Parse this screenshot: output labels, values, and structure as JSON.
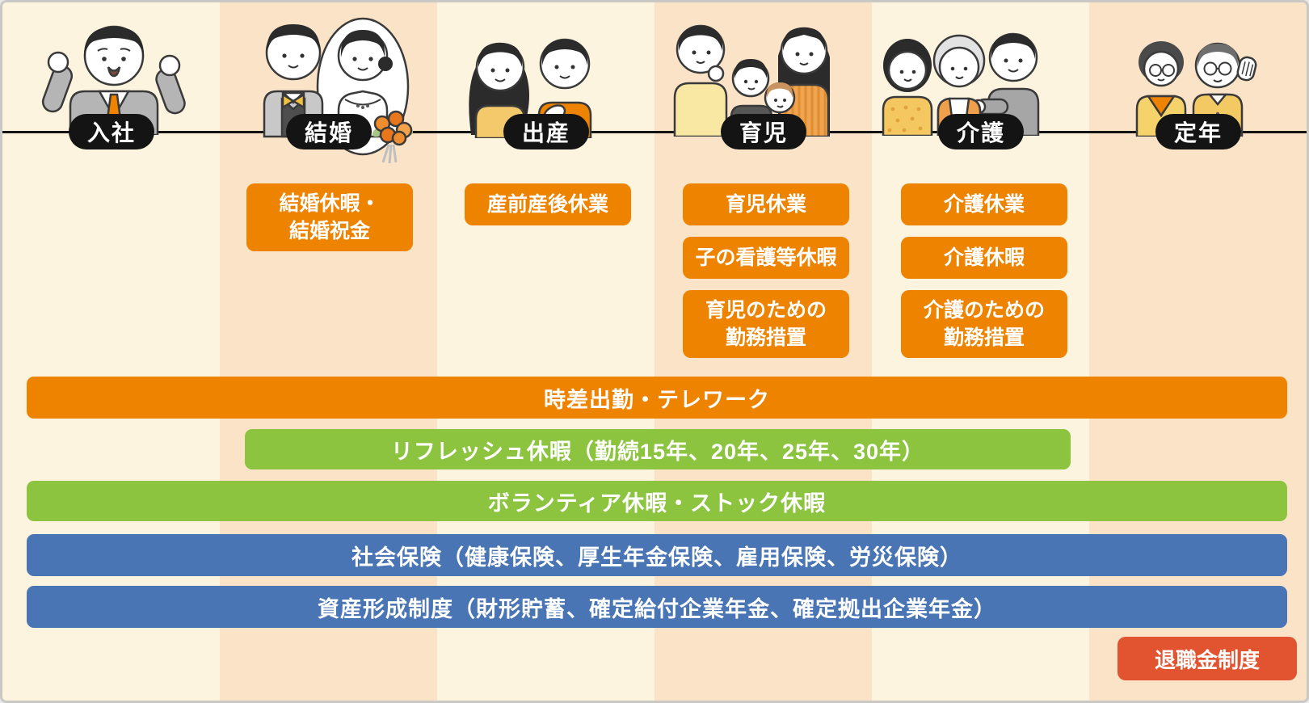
{
  "timeline": {
    "stages": [
      {
        "label": "入社",
        "illustration": "young-man-fist-pump"
      },
      {
        "label": "結婚",
        "illustration": "wedding-couple-bride-groom-bouquet"
      },
      {
        "label": "出産",
        "illustration": "expecting-couple"
      },
      {
        "label": "育児",
        "illustration": "family-parents-two-children"
      },
      {
        "label": "介護",
        "illustration": "family-caring-elderly-woman"
      },
      {
        "label": "定年",
        "illustration": "senior-couple-waving"
      }
    ]
  },
  "benefit_boxes": [
    {
      "id": "marriage-leave",
      "label": "結婚休暇・\n結婚祝金"
    },
    {
      "id": "maternity-leave",
      "label": "産前産後休業"
    },
    {
      "id": "childcare-leave",
      "label": "育児休業"
    },
    {
      "id": "child-nursing-leave",
      "label": "子の看護等休暇"
    },
    {
      "id": "childcare-work-arrangement",
      "label": "育児のための\n勤務措置"
    },
    {
      "id": "care-leave",
      "label": "介護休業"
    },
    {
      "id": "care-days-off",
      "label": "介護休暇"
    },
    {
      "id": "care-work-arrangement",
      "label": "介護のための\n勤務措置"
    }
  ],
  "bars": [
    {
      "id": "staggered-commute-telework",
      "label": "時差出勤・テレワーク",
      "color": "#EE8300"
    },
    {
      "id": "refresh-leave",
      "label": "リフレッシュ休暇（勤続15年、20年、25年、30年）",
      "color": "#8CC440"
    },
    {
      "id": "volunteer-stock-leave",
      "label": "ボランティア休暇・ストック休暇",
      "color": "#8CC440"
    },
    {
      "id": "social-insurance",
      "label": "社会保険（健康保険、厚生年金保険、雇用保険、労災保険）",
      "color": "#4A75B5"
    },
    {
      "id": "asset-formation",
      "label": "資産形成制度（財形貯蓄、確定給付企業年金、確定拠出企業年金）",
      "color": "#4A75B5"
    }
  ],
  "retirement": {
    "label": "退職金制度",
    "color": "#E2542F"
  },
  "colors": {
    "column_cream": "#FDF4DF",
    "column_peach": "#FBE3C7",
    "timeline_black": "#141414",
    "orange": "#EE8300",
    "green": "#8CC440",
    "blue": "#4A75B5",
    "red": "#E2542F"
  }
}
